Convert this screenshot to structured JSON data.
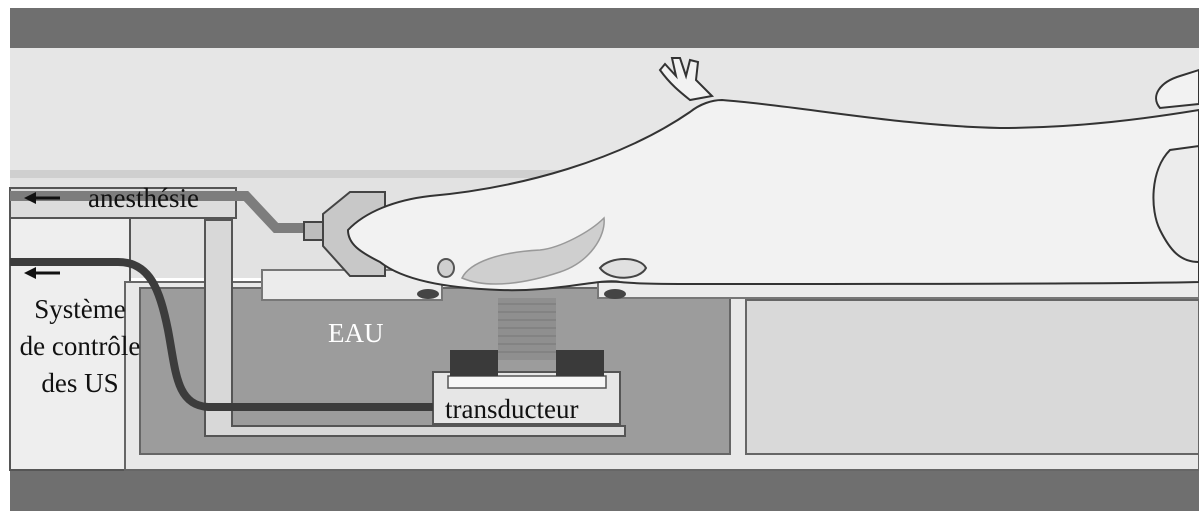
{
  "labels": {
    "anesthesia": "anesthésie",
    "control_line1": "Système",
    "control_line2": "de contrôle",
    "control_line3": "des US",
    "water": "EAU",
    "transducer": "transducteur"
  },
  "colors": {
    "bore_dark": "#6f6f6f",
    "bore_light": "#e4e4e4",
    "bed_gray": "#d2d2d2",
    "tank_dark": "#9c9c9c",
    "tank_light": "#dadada",
    "transducer_block": "#3a3a3a",
    "animal_fill": "#f2f2f2",
    "outline": "#333333",
    "label_white": "#ffffff"
  },
  "icons": [
    "arrow-left-icon",
    "arrow-left-icon"
  ]
}
